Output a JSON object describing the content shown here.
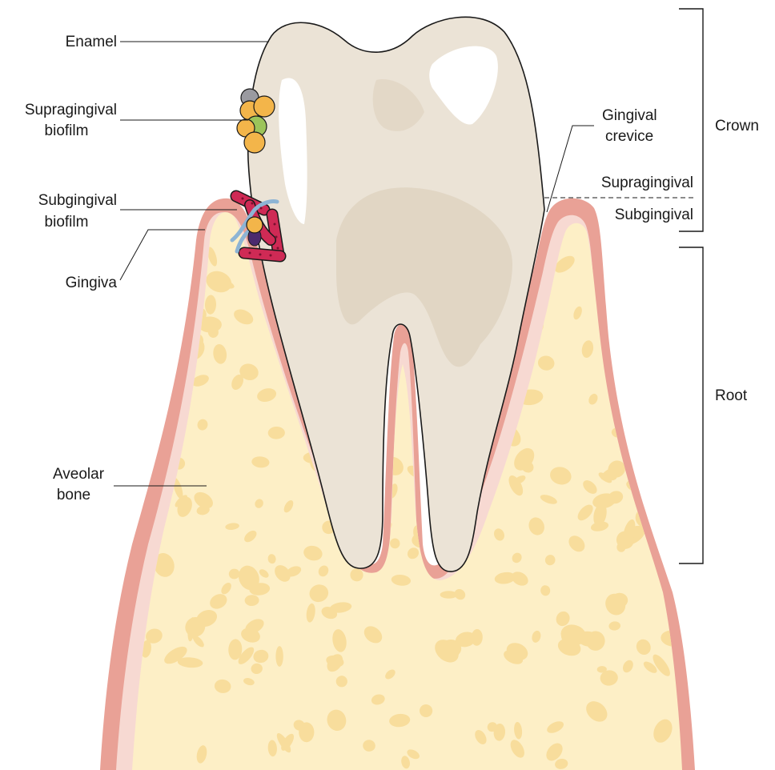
{
  "labels": {
    "enamel": "Enamel",
    "supragingival_biofilm_1": "Supragingival",
    "supragingival_biofilm_2": "biofilm",
    "subgingival_biofilm_1": "Subgingival",
    "subgingival_biofilm_2": "biofilm",
    "gingiva": "Gingiva",
    "aveolar_bone_1": "Aveolar",
    "aveolar_bone_2": "bone",
    "gingival_crevice_1": "Gingival",
    "gingival_crevice_2": "crevice",
    "supragingival": "Supragingival",
    "subgingival": "Subgingival",
    "crown": "Crown",
    "root": "Root"
  },
  "colors": {
    "tooth": "#ebe3d6",
    "tooth_shade": "#ddd1bd",
    "tooth_highlight": "#ffffff",
    "gingiva_outer": "#e9a196",
    "gingiva_inner": "#f7d9d2",
    "bone": "#fdefc6",
    "bone_spots": "#f8dd9c",
    "biofilm_red": "#cf2a55",
    "biofilm_orange": "#f3b54a",
    "biofilm_green": "#9cc45a",
    "biofilm_gray": "#9a9aa0",
    "biofilm_blue": "#8db4d4",
    "biofilm_purple": "#4b2a6e",
    "line": "#1a1a1a"
  }
}
